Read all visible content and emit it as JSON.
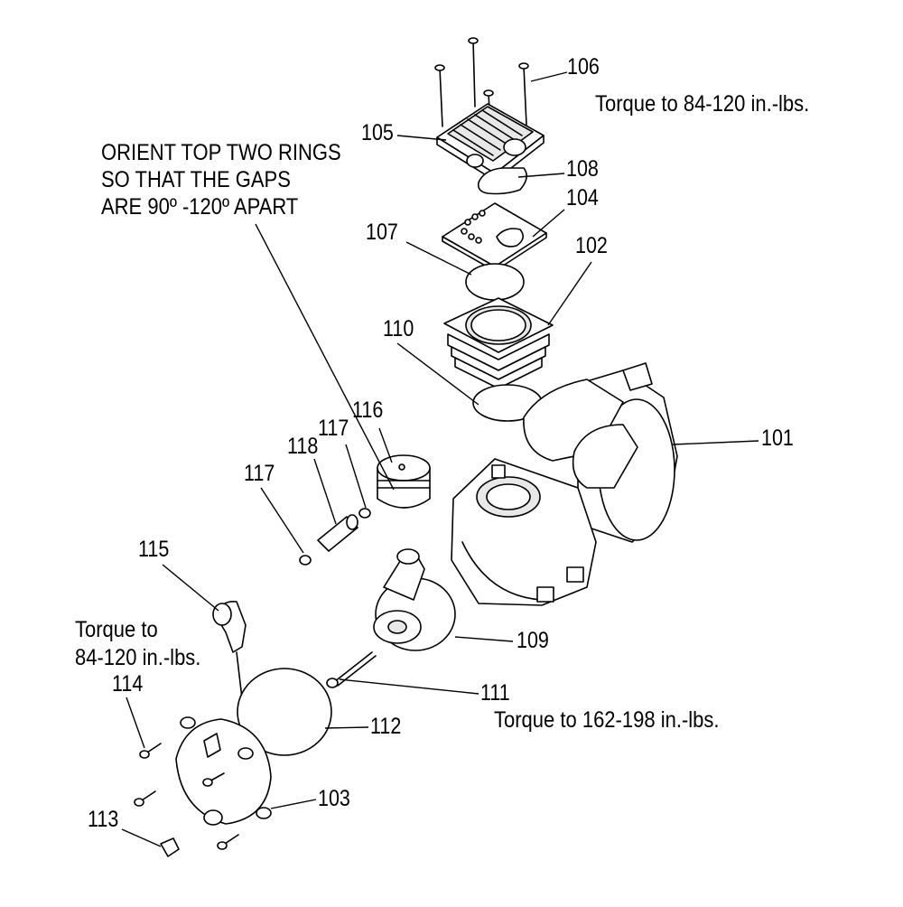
{
  "notes": {
    "orient_line1": "ORIENT TOP TWO RINGS",
    "orient_line2": "SO THAT THE GAPS",
    "orient_line3": "ARE 90º -120º APART",
    "torque_head": "Torque to  84-120 in.-lbs.",
    "torque_plate_line1": "Torque to",
    "torque_plate_line2": "84-120 in.-lbs.",
    "torque_rod": "Torque to 162-198 in.-lbs."
  },
  "labels": {
    "p101": "101",
    "p102": "102",
    "p103": "103",
    "p104": "104",
    "p105": "105",
    "p106": "106",
    "p107": "107",
    "p108": "108",
    "p109": "109",
    "p110": "110",
    "p111": "111",
    "p112": "112",
    "p113": "113",
    "p114": "114",
    "p115": "115",
    "p116": "116",
    "p117a": "117",
    "p117b": "117",
    "p118": "118"
  }
}
